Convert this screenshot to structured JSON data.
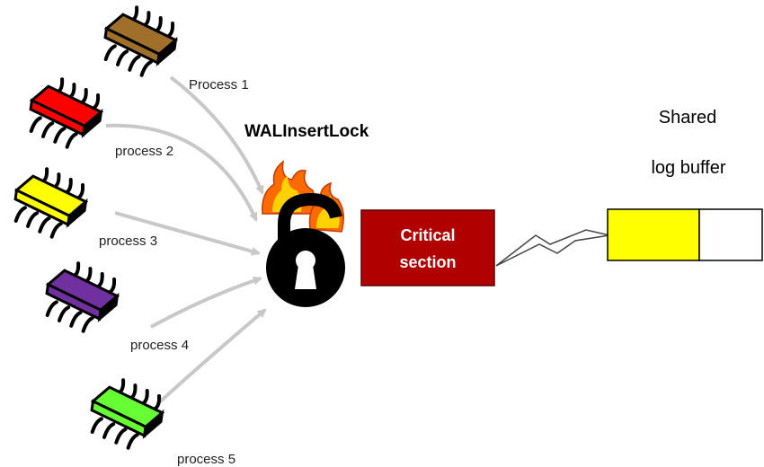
{
  "lock_label": "WALInsertLock",
  "critical_section": {
    "line1": "Critical",
    "line2": "section",
    "fill": "#b00000"
  },
  "buffer": {
    "line1": "Shared",
    "line2": "log buffer",
    "filled_color": "#ffff00"
  },
  "processes": [
    {
      "label": "Process 1",
      "color": "#a0702a"
    },
    {
      "label": "process 2",
      "color": "#ff0000"
    },
    {
      "label": "process 3",
      "color": "#ffff00"
    },
    {
      "label": "process 4",
      "color": "#7030a0"
    },
    {
      "label": "process 5",
      "color": "#66ff33"
    }
  ],
  "colors": {
    "arrow": "#c8c8c8",
    "flame_outer": "#ff6a00",
    "flame_inner": "#ffd200"
  }
}
